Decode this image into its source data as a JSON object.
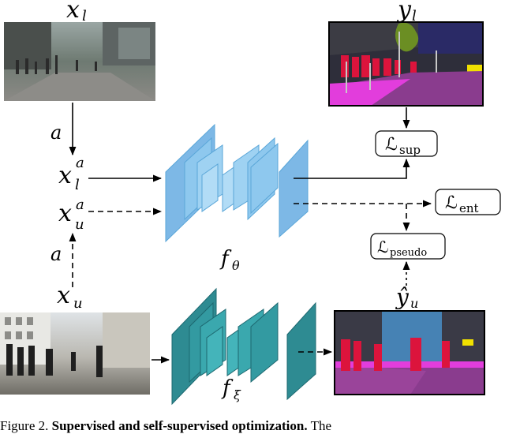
{
  "labels": {
    "x_l": "x",
    "x_l_sub": "l",
    "y_l": "y",
    "y_l_sub": "l",
    "a_top": "a",
    "x_la": "x",
    "x_la_sup": "a",
    "x_la_sub": "l",
    "x_ua": "x",
    "x_ua_sup": "a",
    "x_ua_sub": "u",
    "a_bottom": "a",
    "x_u": "x",
    "x_u_sub": "u",
    "f_theta": "f",
    "f_theta_sub": "θ",
    "f_xi": "f",
    "f_xi_sub": "ξ",
    "y_hat": "ŷ",
    "y_hat_sub": "u"
  },
  "losses": {
    "sup": "ℒ",
    "sup_sub": "sup",
    "ent": "ℒ",
    "ent_sub": "ent",
    "pseudo": "ℒ",
    "pseudo_sub": "pseudo"
  },
  "caption": {
    "prefix": "Figure 2.",
    "bold": "Supervised and self-supervised optimization.",
    "suffix": "The"
  },
  "colors": {
    "student_net": "#8ec8ee",
    "student_net_dark": "#5aa6d8",
    "teacher_net": "#2e8b92",
    "teacher_net_dark": "#1d6870",
    "seg_road": "#8a3c8e",
    "seg_sidewalk": "#e23ddc",
    "seg_person": "#dc143c",
    "seg_vegetation": "#6b8e23",
    "seg_sky": "#4682b4"
  }
}
